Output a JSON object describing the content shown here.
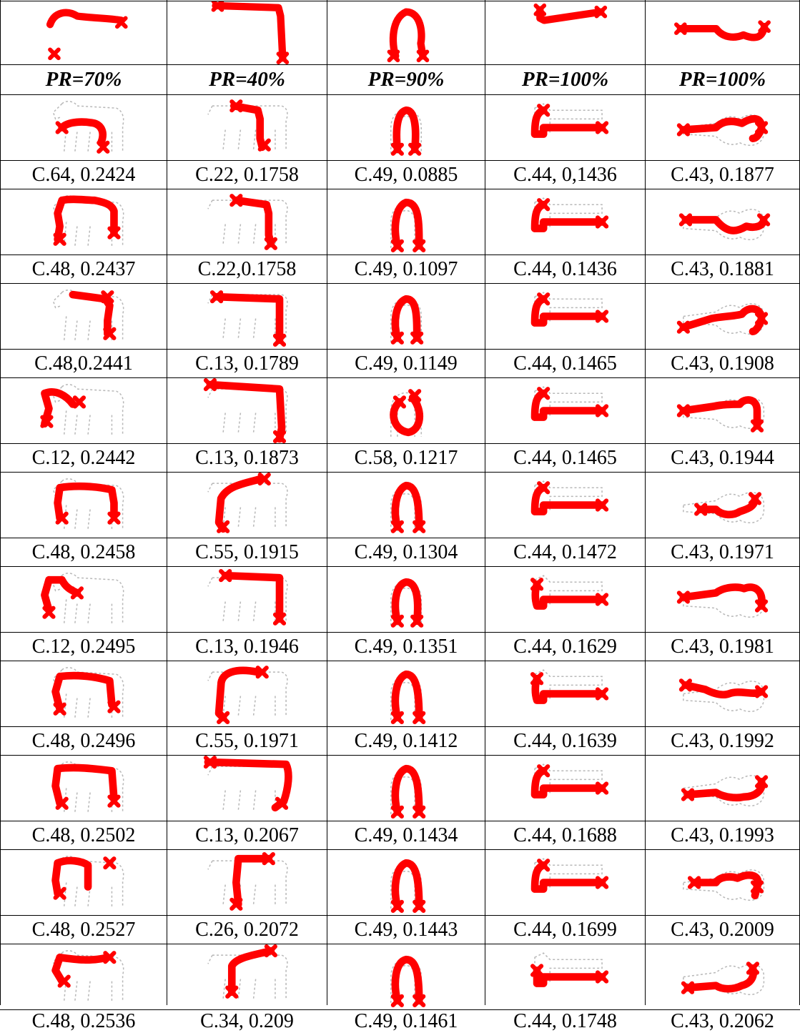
{
  "header_row": [
    "PR=70%",
    "PR=40%",
    "PR=90%",
    "PR=100%",
    "PR=100%"
  ],
  "results": [
    [
      "C.64, 0.2424",
      "C.22, 0.1758",
      "C.49, 0.0885",
      "C.44, 0,1436",
      "C.43, 0.1877"
    ],
    [
      "C.48, 0.2437",
      "C.22,0.1758",
      "C.49, 0.1097",
      "C.44, 0.1436",
      "C.43, 0.1881"
    ],
    [
      "C.48,0.2441",
      "C.13, 0.1789",
      "C.49, 0.1149",
      "C.44, 0.1465",
      "C.43, 0.1908"
    ],
    [
      "C.12, 0.2442",
      "C.13, 0.1873",
      "C.58, 0.1217",
      "C.44, 0.1465",
      "C.43, 0.1944"
    ],
    [
      "C.48, 0.2458",
      "C.55, 0.1915",
      "C.49, 0.1304",
      "C.44, 0.1472",
      "C.43, 0.1971"
    ],
    [
      "C.12, 0.2495",
      "C.13, 0.1946",
      "C.49, 0.1351",
      "C.44, 0.1629",
      "C.43, 0.1981"
    ],
    [
      "C.48, 0.2496",
      "C.55, 0.1971",
      "C.49, 0.1412",
      "C.44, 0.1639",
      "C.43, 0.1992"
    ],
    [
      "C.48, 0.2502",
      "C.13, 0.2067",
      "C.49, 0.1434",
      "C.44, 0.1688",
      "C.43, 0.1993"
    ],
    [
      "C.48, 0.2527",
      "C.26, 0.2072",
      "C.49, 0.1443",
      "C.44, 0.1699",
      "C.43, 0.2009"
    ],
    [
      "C.48, 0.2536",
      "C.34, 0.209",
      "C.49, 0.1461",
      "C.44, 0.1748",
      "C.43, 0.2062"
    ]
  ],
  "colors": {
    "trajectory": "#ff0000",
    "outline": "#b8b8b8",
    "rule": "#000000"
  }
}
